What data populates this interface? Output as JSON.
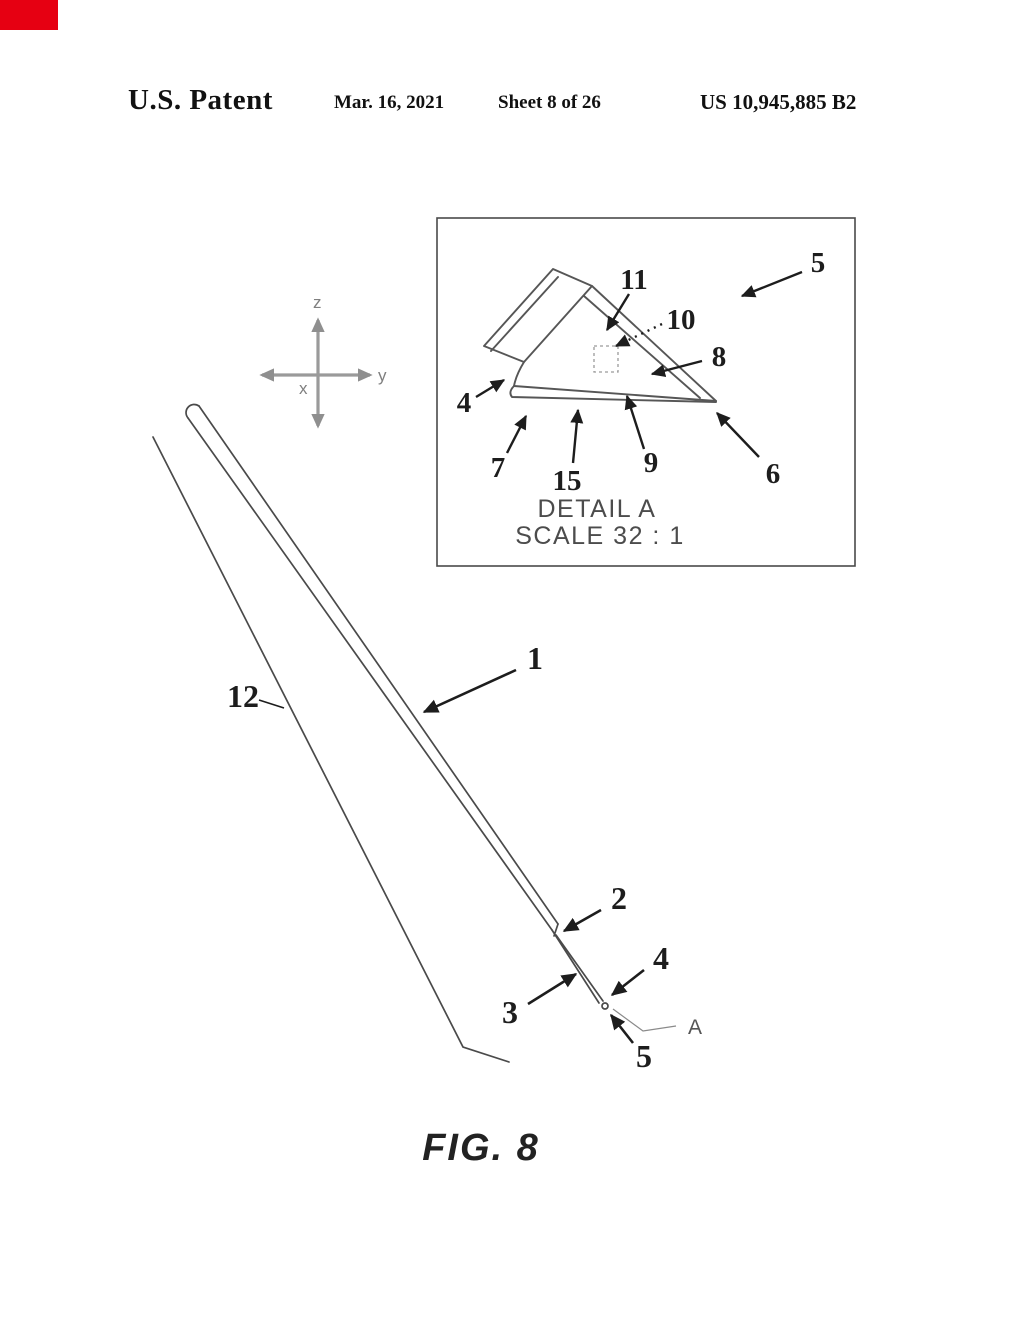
{
  "header": {
    "title": "U.S. Patent",
    "date": "Mar. 16, 2021",
    "sheet": "Sheet 8 of 26",
    "patent_number": "US 10,945,885 B2"
  },
  "detail_inset": {
    "title": "DETAIL A",
    "scale": "SCALE 32 : 1",
    "refs": {
      "r4": "4",
      "r5": "5",
      "r6": "6",
      "r7": "7",
      "r8": "8",
      "r9": "9",
      "r10": "10",
      "r11": "11",
      "r15": "15"
    }
  },
  "axes": {
    "x": "x",
    "y": "y",
    "z": "z"
  },
  "figure": {
    "caption": "FIG. 8",
    "refs": {
      "r1": "1",
      "r2": "2",
      "r3": "3",
      "r4": "4",
      "r5": "5",
      "r12": "12",
      "rA": "A"
    }
  },
  "colors": {
    "scan_mark": "#e60012",
    "ink": "#2b2b2b",
    "drawing_gray": "#555555",
    "axis_gray": "#909090"
  }
}
